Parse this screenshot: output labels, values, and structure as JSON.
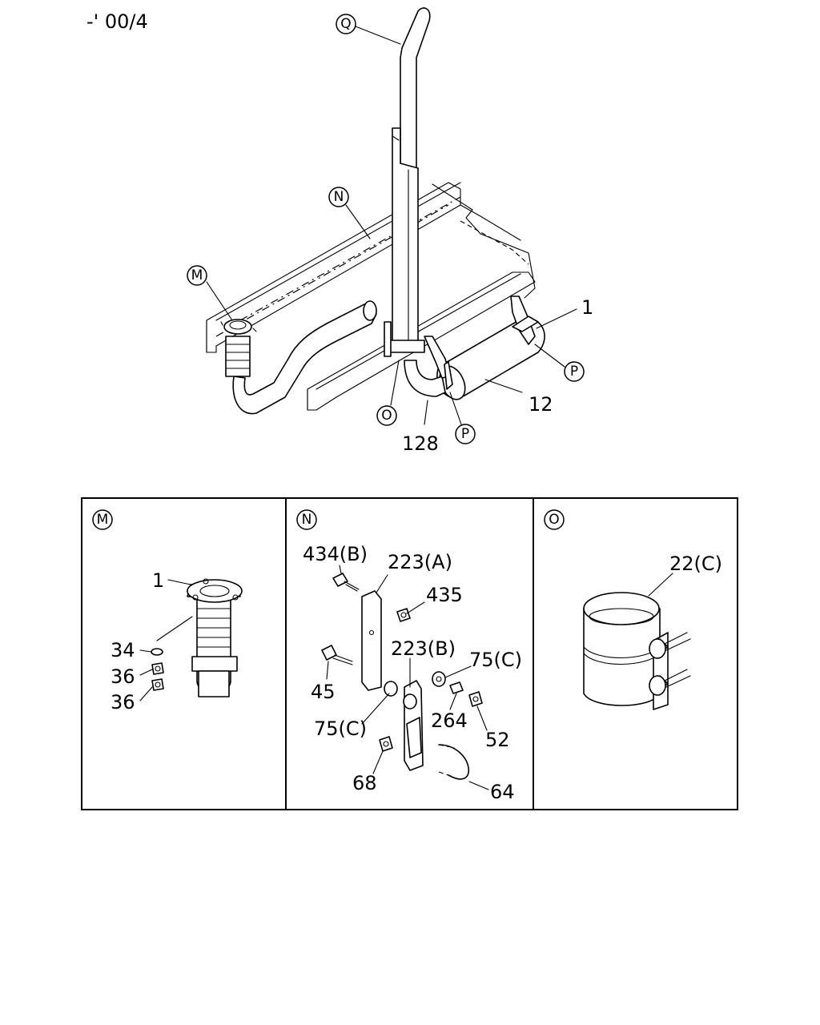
{
  "header": {
    "code": "-' 00/4"
  },
  "main_callouts": {
    "q": "Q",
    "n": "N",
    "m": "M",
    "o": "O",
    "p1": "P",
    "p2": "P",
    "part_1": "1",
    "part_12": "12",
    "part_128": "128"
  },
  "panels": [
    {
      "id": "M",
      "labels": {
        "p1": "1",
        "p34": "34",
        "p36a": "36",
        "p36b": "36"
      }
    },
    {
      "id": "N",
      "labels": {
        "p434b": "434(B)",
        "p223a": "223(A)",
        "p435": "435",
        "p45": "45",
        "p223b": "223(B)",
        "p75c_right": "75(C)",
        "p75c_left": "75(C)",
        "p264": "264",
        "p52": "52",
        "p68": "68",
        "p64": "64"
      }
    },
    {
      "id": "O",
      "labels": {
        "p22c": "22(C)"
      }
    }
  ]
}
